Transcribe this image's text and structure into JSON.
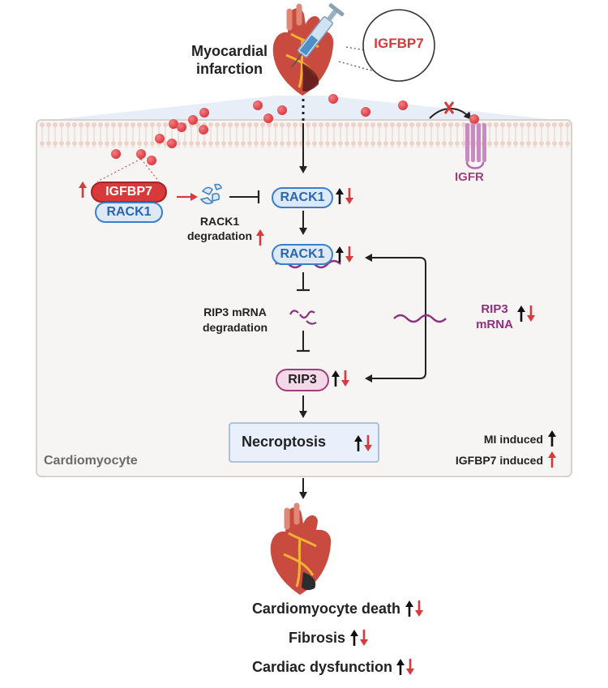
{
  "top": {
    "mi_line1": "Myocardial",
    "mi_line2": "infarction",
    "injection_label": "IGFBP7"
  },
  "cell": {
    "label": "Cardiomyocyte",
    "receptor": "IGFR",
    "complex_top": "IGFBP7",
    "complex_bottom": "RACK1",
    "rack1_deg_line1": "RACK1",
    "rack1_deg_line2": "degradation",
    "rack1_upper": "RACK1",
    "rack1_lower": "RACK1",
    "rip3_mrna_deg_line1": "RIP3 mRNA",
    "rip3_mrna_deg_line2": "degradation",
    "rip3_mrna_line1": "RIP3",
    "rip3_mrna_line2": "mRNA",
    "rip3": "RIP3",
    "necroptosis": "Necroptosis"
  },
  "legend": {
    "mi": "MI induced",
    "igfbp7": "IGFBP7 induced"
  },
  "outcomes": [
    "Cardiomyocyte death",
    "Fibrosis",
    "Cardiac dysfunction"
  ],
  "colors": {
    "mi_arrow": "#111111",
    "igfbp7_arrow": "#d63a3a",
    "rack1_blue": "#3b7fc9",
    "rip3_purple": "#8e2f7f",
    "cell_fill": "#f8f6f5",
    "membrane": "#e9d0c6",
    "particle": "#e5474e"
  },
  "icons": [
    "heart-icon",
    "syringe-icon",
    "igfr-receptor-icon",
    "mrna-icon",
    "degraded-protein-icon",
    "arrow-up-icon",
    "arrow-down-icon"
  ]
}
